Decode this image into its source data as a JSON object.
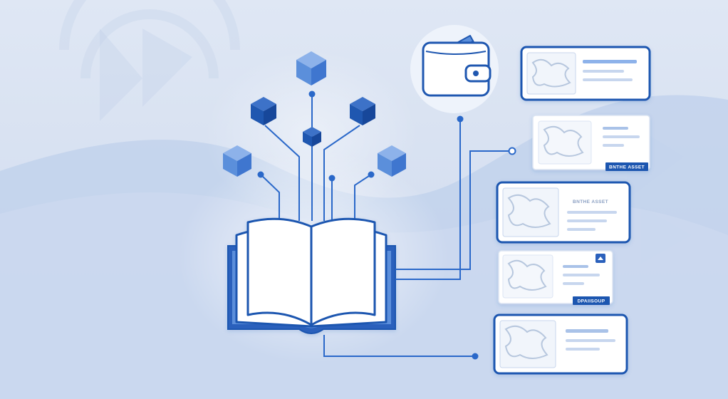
{
  "illustration": {
    "palette": {
      "background_top": "#dde6f4",
      "background_bottom": "#c9d7ee",
      "wave": "#b8cbe8",
      "primary": "#1f57b0",
      "cube_light": "#5b8fdb",
      "cube_dark": "#2a5fb5",
      "card_fill": "#ffffff",
      "line": "#2a68c9"
    },
    "icons": [
      "open-book-icon",
      "wallet-icon",
      "cube-icon",
      "asset-card-icon"
    ],
    "cards": [
      {
        "style": "outlined",
        "badge": ""
      },
      {
        "style": "plain",
        "badge": "BNTHE ASSET"
      },
      {
        "style": "outlined",
        "badge": "",
        "inline_label": "BNTHE ASSET"
      },
      {
        "style": "plain",
        "badge": "DPAIISOUP",
        "has_corner_icon": true
      },
      {
        "style": "outlined",
        "badge": ""
      }
    ]
  }
}
